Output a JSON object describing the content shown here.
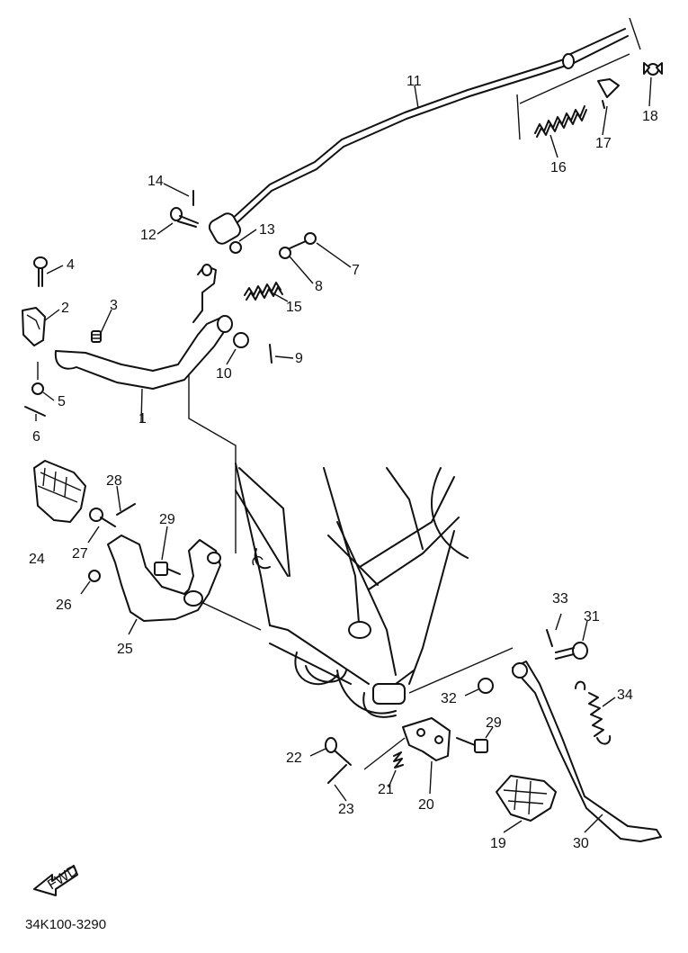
{
  "diagram": {
    "part_numbers": [
      "1",
      "2",
      "3",
      "4",
      "5",
      "6",
      "7",
      "8",
      "9",
      "10",
      "11",
      "12",
      "13",
      "14",
      "15",
      "16",
      "17",
      "18",
      "19",
      "20",
      "21",
      "22",
      "23",
      "24",
      "25",
      "26",
      "27",
      "28",
      "29",
      "29",
      "30",
      "31",
      "32",
      "33",
      "34"
    ],
    "direction_arrow_text": "FWD",
    "drawing_code": "34K100-3290"
  }
}
